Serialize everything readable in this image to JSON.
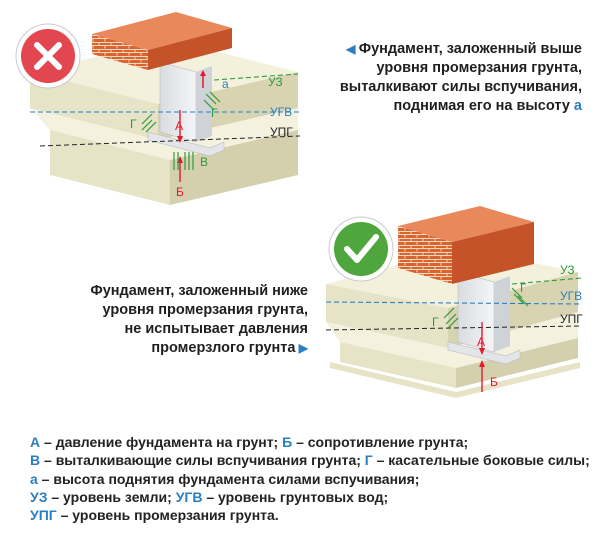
{
  "captions": {
    "top": {
      "lines": [
        "Фундамент, заложенный выше",
        "уровня промерзания грунта,",
        "выталкивают силы вспучивания,",
        "поднимая его на высоту"
      ],
      "accent": "а"
    },
    "bottom": {
      "lines": [
        "Фундамент, заложенный ниже",
        "уровня промерзания грунта,",
        "не испытывает давления",
        "промерзлого грунта"
      ]
    }
  },
  "diagram_top": {
    "labels": {
      "uz": "УЗ",
      "ugv": "УГВ",
      "upg": "УПГ",
      "a_force": "А",
      "b_force": "Б",
      "v_force": "В",
      "g_left": "Г",
      "g_right": "Г",
      "a_height": "а"
    },
    "status": "incorrect"
  },
  "diagram_bottom": {
    "labels": {
      "uz": "УЗ",
      "ugv": "УГВ",
      "upg": "УПГ",
      "a_force": "А",
      "b_force": "Б",
      "g_left": "Г",
      "g_right": "Г"
    },
    "status": "correct"
  },
  "legend": [
    [
      {
        "k": "А"
      },
      {
        "t": " – давление фундамента на грунт; "
      },
      {
        "k": "Б"
      },
      {
        "t": " – сопротивление грунта;"
      }
    ],
    [
      {
        "k": "В"
      },
      {
        "t": " – выталкивающие силы вспучивания грунта; "
      },
      {
        "k": "Г"
      },
      {
        "t": " – касательные боковые силы;"
      }
    ],
    [
      {
        "k": "а"
      },
      {
        "t": " – высота поднятия фундамента силами вспучивания;"
      }
    ],
    [
      {
        "k": "УЗ"
      },
      {
        "t": " – уровень земли; "
      },
      {
        "k": "УГВ"
      },
      {
        "t": " – уровень грунтовых вод;"
      }
    ],
    [
      {
        "k": "УПГ"
      },
      {
        "t": " – уровень промерзания грунта."
      }
    ]
  ],
  "colors": {
    "accent": "#2b7fc0",
    "cross_red": "#e2474f",
    "check_green": "#4fa63c",
    "soil_light": "#f3f1dc",
    "soil_mid": "#e6e3c6",
    "soil_dark": "#d4d0ad",
    "concrete": "#e9eaec",
    "brick": "#d9642e",
    "force_red": "#e5192b",
    "force_green": "#2f9a3d"
  },
  "icons": {
    "top": "cross-icon",
    "bottom": "check-icon"
  }
}
